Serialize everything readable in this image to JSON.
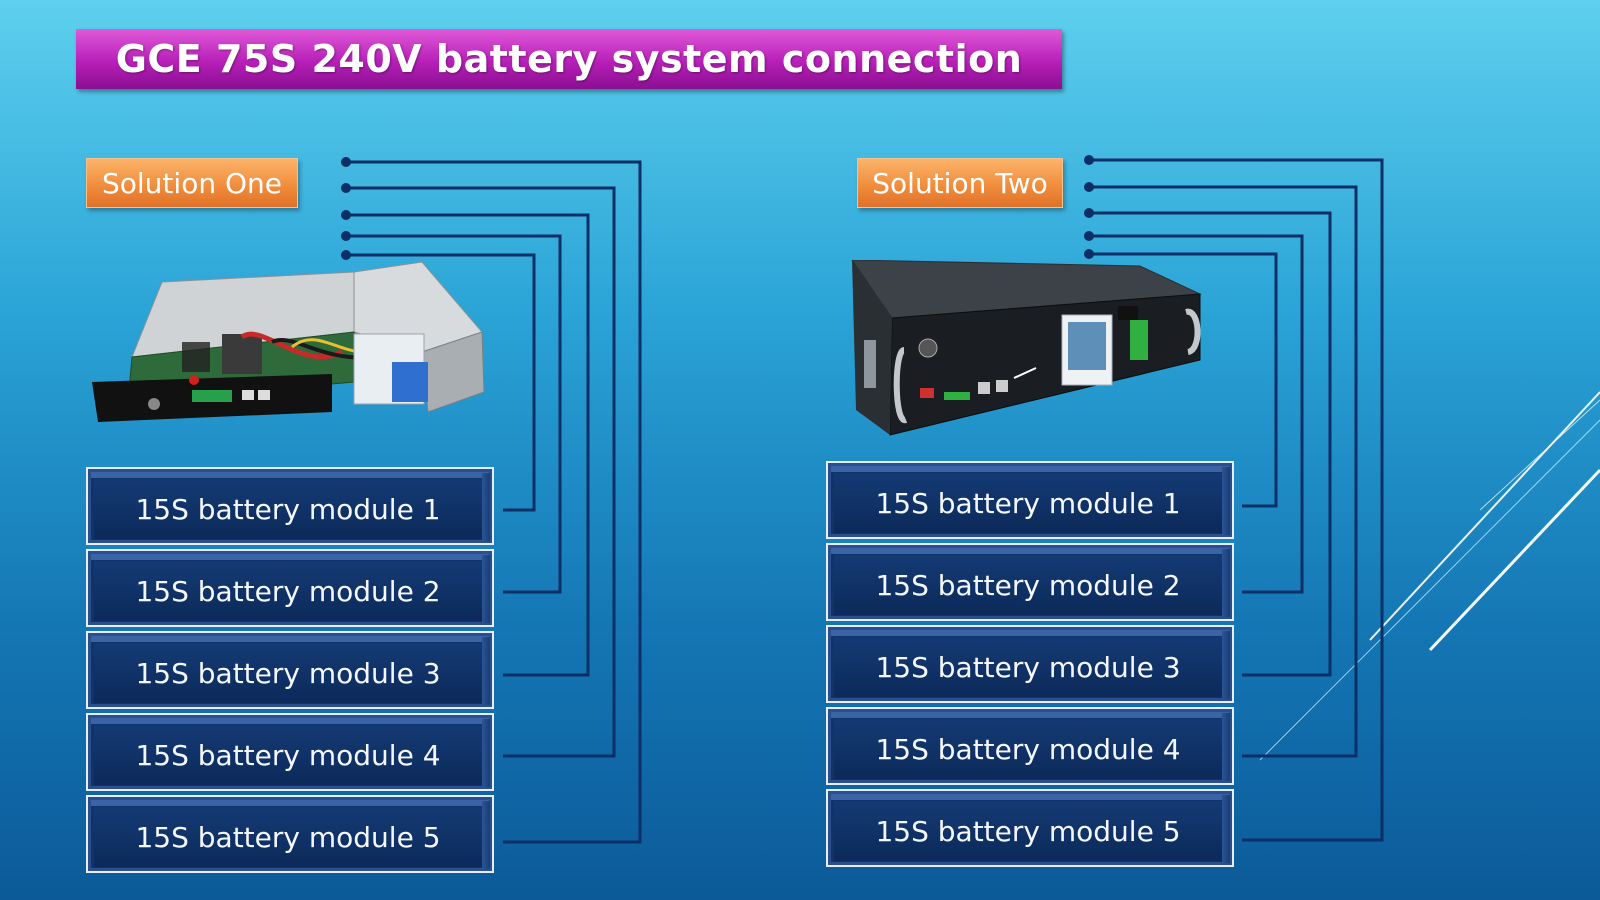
{
  "title": "GCE 75S 240V battery system connection",
  "solutions": [
    {
      "label": "Solution One",
      "device_icon": "open-bms-board-icon",
      "modules": [
        "15S battery module 1",
        "15S battery module 2",
        "15S battery module 3",
        "15S battery module 4",
        "15S battery module 5"
      ]
    },
    {
      "label": "Solution Two",
      "device_icon": "rack-bms-unit-icon",
      "modules": [
        "15S battery module 1",
        "15S battery module 2",
        "15S battery module 3",
        "15S battery module 4",
        "15S battery module 5"
      ]
    }
  ],
  "colors": {
    "title_bar": "#b71fb8",
    "label": "#f08a3a",
    "module": "#10336a",
    "wire": "#0b2f66"
  }
}
